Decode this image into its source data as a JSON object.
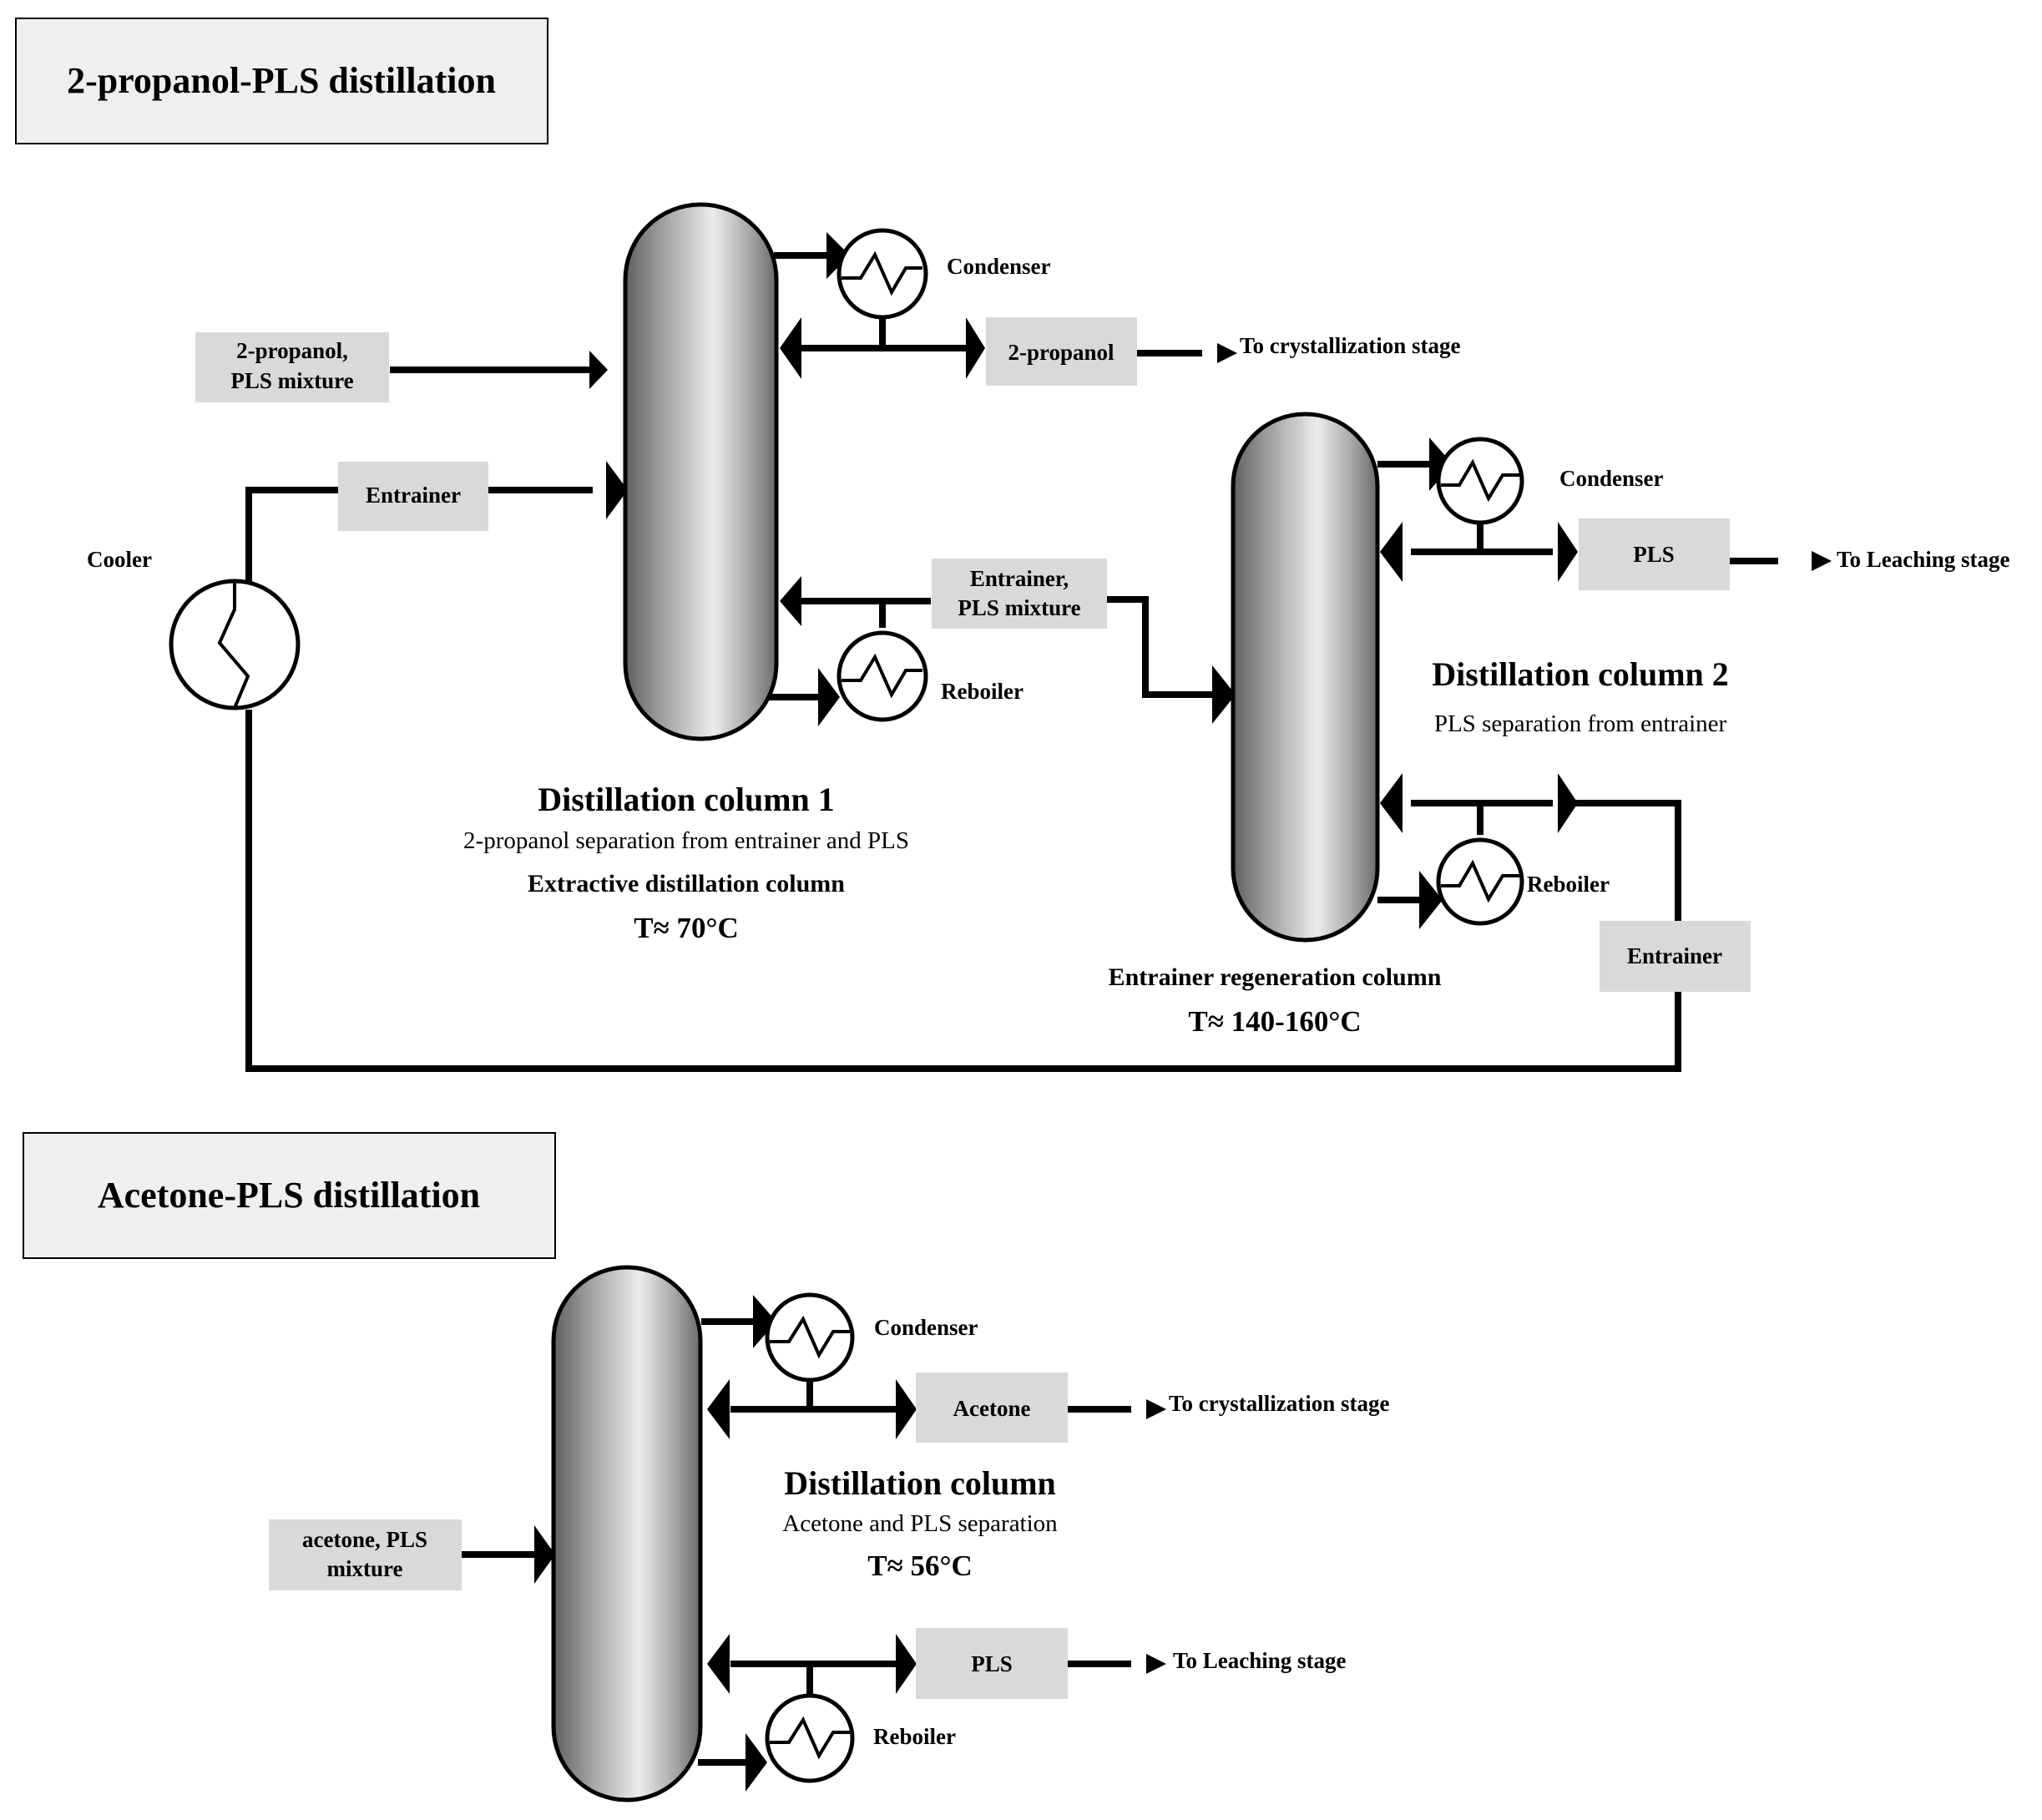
{
  "section_titles": {
    "propanol": "2-propanol-PLS distillation",
    "acetone": "Acetone-PLS distillation"
  },
  "stream_boxes": {
    "propanol_feed": [
      "2-propanol,",
      "PLS mixture"
    ],
    "entrainer_recycle": "Entrainer",
    "propanol_product": "2-propanol",
    "entrainer_pls_mixture": [
      "Entrainer,",
      "PLS mixture"
    ],
    "pls_product_col2": "PLS",
    "entrainer_bottoms": "Entrainer",
    "acetone_feed": [
      "acetone, PLS",
      "mixture"
    ],
    "acetone_product": "Acetone",
    "pls_product_acetone": "PLS"
  },
  "equipment_labels": {
    "col1_condenser": "Condenser",
    "col1_reboiler": "Reboiler",
    "col2_condenser": "Condenser",
    "col2_reboiler": "Reboiler",
    "cooler": "Cooler",
    "col3_condenser": "Condenser",
    "col3_reboiler": "Reboiler"
  },
  "destinations": {
    "propanol_dest": "To crystallization stage",
    "pls_dest_col2": "To Leaching stage",
    "acetone_dest": "To crystallization stage",
    "pls_dest_acetone": "To Leaching stage"
  },
  "columns": {
    "col1": {
      "title": "Distillation column 1",
      "subtitle": "2-propanol separation from entrainer and PLS",
      "type": "Extractive distillation column",
      "temperature": "T≈ 70°C"
    },
    "col2": {
      "title": "Distillation column 2",
      "subtitle": "PLS separation from entrainer",
      "type": "Entrainer regeneration column",
      "temperature": "T≈ 140-160°C"
    },
    "col3": {
      "title": "Distillation column",
      "subtitle": "Acetone and PLS separation",
      "temperature": "T≈ 56°C"
    }
  },
  "colors": {
    "label_box": "#d9d9d9",
    "title_box": "#efefef",
    "column_dark": "#6f6f6f",
    "column_light": "#e6e6e6"
  }
}
